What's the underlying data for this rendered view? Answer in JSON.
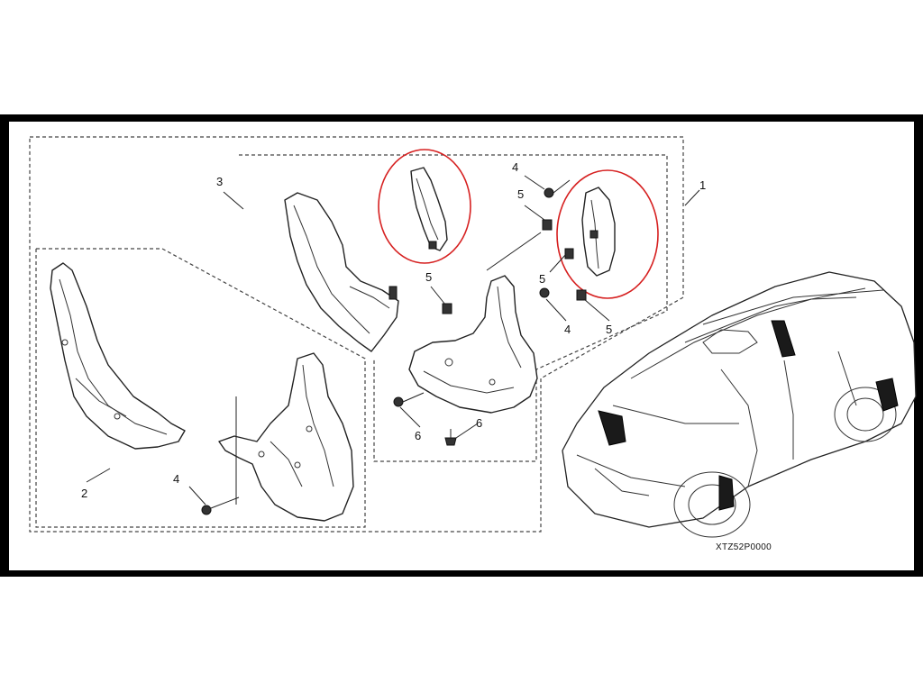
{
  "diagram": {
    "callouts": {
      "part_1": "1",
      "part_2": "2",
      "part_3": "3",
      "clip_4_top": "4",
      "clip_4_mid": "4",
      "clip_4_low": "4",
      "nut_5_top": "5",
      "nut_5_center": "5",
      "nut_5_right_a": "5",
      "nut_5_right_b": "5",
      "screw_6_left": "6",
      "screw_6_right": "6"
    },
    "figure_code": "XTZ52P0000"
  },
  "colors": {
    "highlight": "#d62020",
    "frame": "#000000",
    "ink": "#222222"
  }
}
